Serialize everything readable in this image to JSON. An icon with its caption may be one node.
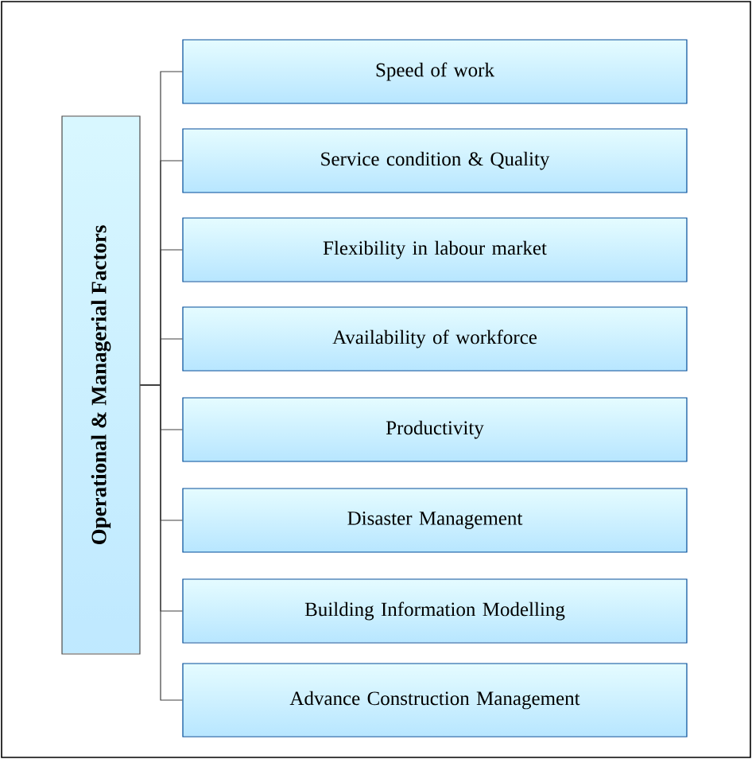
{
  "diagram": {
    "nodes": [
      {
        "text": [
          "Operational & Managerial Factors"
        ]
      },
      {
        "text": [
          "Speed of work"
        ]
      },
      {
        "text": [
          "Service condition & Quality"
        ]
      },
      {
        "text": [
          "Flexibility in labour market"
        ]
      },
      {
        "text": [
          "Availability of workforce"
        ]
      },
      {
        "text": [
          "Productivity"
        ]
      },
      {
        "text": [
          "Disaster Management"
        ]
      },
      {
        "text": [
          "Building Information Modelling"
        ]
      },
      {
        "text": [
          "Advance Construction Management"
        ]
      }
    ],
    "edges": [
      {
        "from": 0,
        "to": 1,
        "arrow": "none"
      },
      {
        "from": 0,
        "to": 2,
        "arrow": "none"
      },
      {
        "from": 0,
        "to": 3,
        "arrow": "none"
      },
      {
        "from": 0,
        "to": 4,
        "arrow": "none"
      },
      {
        "from": 0,
        "to": 5,
        "arrow": "none"
      },
      {
        "from": 0,
        "to": 6,
        "arrow": "none"
      },
      {
        "from": 0,
        "to": 7,
        "arrow": "none"
      },
      {
        "from": 0,
        "to": 8,
        "arrow": "none"
      }
    ]
  }
}
